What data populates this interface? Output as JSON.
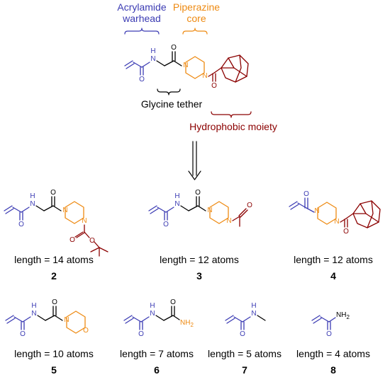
{
  "annotations": {
    "warhead_line1": "Acrylamide",
    "warhead_line2": "warhead",
    "core_line1": "Piperazine",
    "core_line2": "core",
    "tether": "Glycine tether",
    "hydrophobic": "Hydrophobic moiety"
  },
  "atoms": {
    "N": "N",
    "O": "O",
    "H": "H",
    "NH2": "NH",
    "sub2": "2"
  },
  "compounds": [
    {
      "id": "2",
      "label": "2",
      "length": "length = 14 atoms"
    },
    {
      "id": "3",
      "label": "3",
      "length": "length = 12 atoms"
    },
    {
      "id": "4",
      "label": "4",
      "length": "length = 12 atoms"
    },
    {
      "id": "5",
      "label": "5",
      "length": "length = 10 atoms"
    },
    {
      "id": "6",
      "label": "6",
      "length": "length = 7 atoms"
    },
    {
      "id": "7",
      "label": "7",
      "length": "length = 5 atoms"
    },
    {
      "id": "8",
      "label": "8",
      "length": "length = 4 atoms"
    }
  ],
  "colors": {
    "warhead": "#3b3bb3",
    "core": "#ee8a12",
    "hydrophobic": "#8b0000",
    "tether": "#000000"
  }
}
